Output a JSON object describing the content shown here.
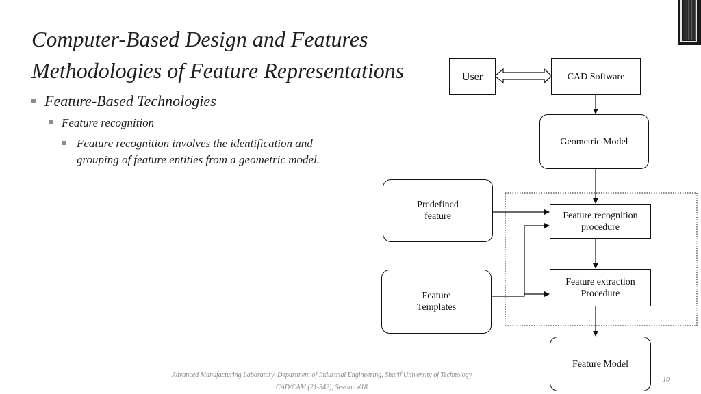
{
  "slide": {
    "title_line1": "Computer-Based Design and Features",
    "title_line2": "Methodologies of Feature Representations",
    "bullet1": "Feature-Based Technologies",
    "bullet2": "Feature recognition",
    "bullet3_line1": "Feature recognition involves the identification and",
    "bullet3_line2": "grouping of feature entities from a geometric model."
  },
  "diagram": {
    "user": "User",
    "cad_software": "CAD Software",
    "geometric_model": "Geometric Model",
    "predefined_feature_l1": "Predefined",
    "predefined_feature_l2": "feature",
    "feature_recognition_l1": "Feature recognition",
    "feature_recognition_l2": "procedure",
    "feature_templates_l1": "Feature",
    "feature_templates_l2": "Templates",
    "feature_extraction_l1": "Feature extraction",
    "feature_extraction_l2": "Procedure",
    "feature_model": "Feature Model"
  },
  "footer": {
    "line1": "Advanced Manufacturing Laboratory, Department of Industrial Engineering, Sharif University of Technology",
    "line2": "CAD/CAM (21-342), Session #18",
    "page_number": "10"
  }
}
